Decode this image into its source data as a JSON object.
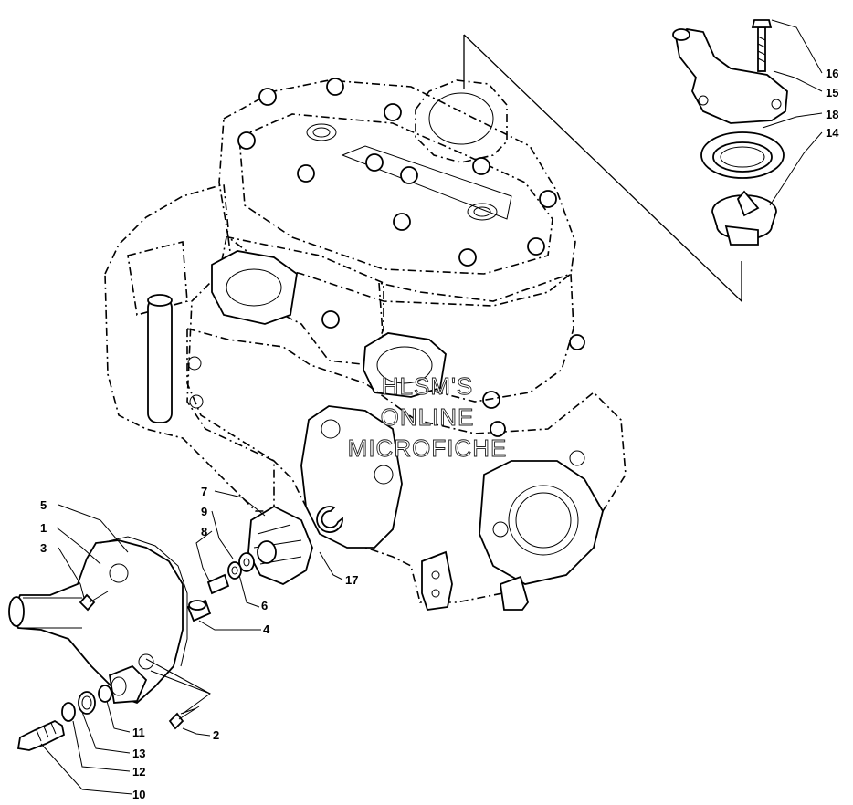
{
  "callouts": {
    "c1": "1",
    "c2": "2",
    "c3": "3",
    "c4": "4",
    "c5": "5",
    "c6": "6",
    "c7": "7",
    "c8": "8",
    "c9": "9",
    "c10": "10",
    "c11": "11",
    "c12": "12",
    "c13": "13",
    "c14": "14",
    "c15": "15",
    "c16": "16",
    "c17": "17",
    "c18": "18"
  },
  "watermark": {
    "line1": "HLSM'S",
    "line2": "ONLINE",
    "line3": "MICROFICHE"
  }
}
